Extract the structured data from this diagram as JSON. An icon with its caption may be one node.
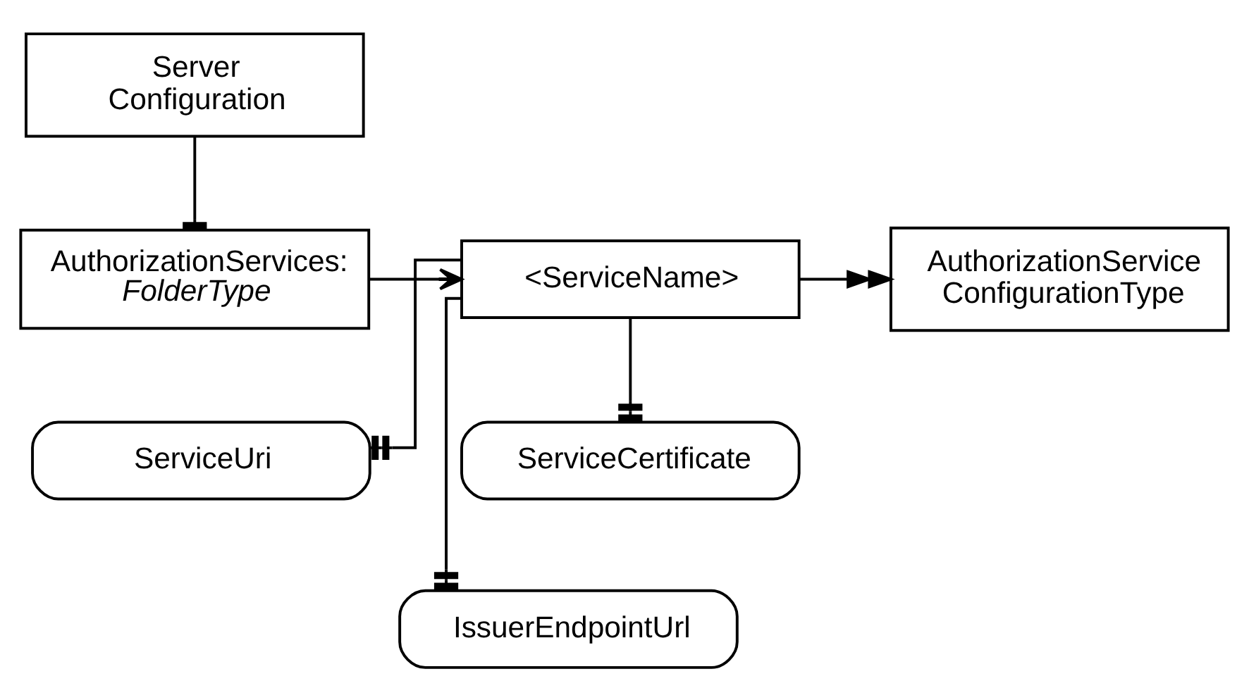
{
  "diagram": {
    "nodes": [
      {
        "text": [
          "Server Configuration"
        ]
      },
      {
        "text": [
          "AuthorizationServices:",
          "FolderType"
        ]
      },
      {
        "text": [
          "<ServiceName>"
        ]
      },
      {
        "text": [
          "AuthorizationService ConfigurationType"
        ]
      },
      {
        "text": [
          "ServiceUri"
        ]
      },
      {
        "text": [
          "ServiceCertificate"
        ]
      },
      {
        "text": [
          "IssuerEndpointUrl"
        ]
      }
    ],
    "edges": [
      {
        "from": 0,
        "to": 1,
        "arrow": "other"
      },
      {
        "from": 1,
        "to": 2,
        "arrow": "to"
      },
      {
        "from": 2,
        "to": 3,
        "arrow": "to"
      },
      {
        "from": 2,
        "to": 4,
        "arrow": "other"
      },
      {
        "from": 2,
        "to": 5,
        "arrow": "other"
      },
      {
        "from": 2,
        "to": 6,
        "arrow": "other"
      }
    ]
  }
}
